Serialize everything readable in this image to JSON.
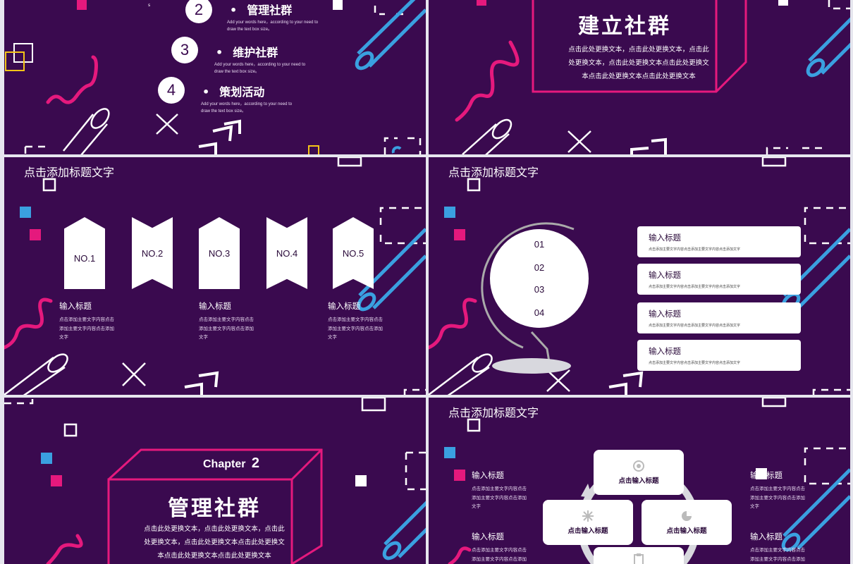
{
  "slide1": {
    "items": [
      {
        "num": "2",
        "title": "管理社群",
        "desc": "Add your words here，according to your need to draw the text box size。"
      },
      {
        "num": "3",
        "title": "维护社群",
        "desc": "Add your words here，according to your need to draw the text box size。"
      },
      {
        "num": "4",
        "title": "策划活动",
        "desc": "Add your words here，according to your need to draw the text box size。"
      }
    ],
    "bullet": "•"
  },
  "slide2": {
    "title": "建立社群",
    "body": [
      "点击此处更换文本，点击此处更换文本，点击此",
      "处更换文本，点击此处更换文本点击此处更换文",
      "本点击此处更换文本点击此处更换文本"
    ]
  },
  "slide3": {
    "title": "点击添加标题文字",
    "banners": [
      "NO.1",
      "NO.2",
      "NO.3",
      "NO.4",
      "NO.5"
    ],
    "blocks": [
      {
        "heading": "输入标题",
        "lines": [
          "点击添加主要文字内容点击",
          "添加主要文字内容点击添加",
          "文字"
        ]
      },
      {
        "heading": "输入标题",
        "lines": [
          "点击添加主要文字内容点击",
          "添加主要文字内容点击添加",
          "文字"
        ]
      },
      {
        "heading": "输入标题",
        "lines": [
          "点击添加主要文字内容点击",
          "添加主要文字内容点击添加",
          "文字"
        ]
      }
    ]
  },
  "slide4": {
    "title": "点击添加标题文字",
    "globe_numbers": [
      "01",
      "02",
      "03",
      "04"
    ],
    "cards": [
      {
        "heading": "输入标题",
        "text": "点击添加主要文字内容点击添加主要文字内容点击添加文字"
      },
      {
        "heading": "输入标题",
        "text": "点击添加主要文字内容点击添加主要文字内容点击添加文字"
      },
      {
        "heading": "输入标题",
        "text": "点击添加主要文字内容点击添加主要文字内容点击添加文字"
      },
      {
        "heading": "输入标题",
        "text": "点击添加主要文字内容点击添加主要文字内容点击添加文字"
      }
    ]
  },
  "slide5": {
    "chapter": "Chapter",
    "chapter_num": "2",
    "title": "管理社群",
    "body": [
      "点击此处更换文本，点击此处更换文本，点击此",
      "处更换文本，点击此处更换文本点击此处更换文",
      "本点击此处更换文本点击此处更换文本"
    ]
  },
  "slide6": {
    "title": "点击添加标题文字",
    "cycle_labels": [
      "点击输入标题",
      "点击输入标题",
      "点击输入标题"
    ],
    "left_blocks": [
      {
        "heading": "输入标题",
        "lines": [
          "点击添加主要文字内容点击",
          "添加主要文字内容点击添加",
          "文字"
        ]
      },
      {
        "heading": "输入标题",
        "lines": [
          "点击添加主要文字内容点击",
          "添加主要文字内容点击添加"
        ]
      }
    ],
    "right_blocks": [
      {
        "heading": "输入标题",
        "lines": [
          "点击添加主要文字内容点击",
          "添加主要文字内容点击添加",
          "文字"
        ]
      },
      {
        "heading": "输入标题",
        "lines": [
          "点击添加主要文字内容点击",
          "添加主要文字内容点击添加"
        ]
      }
    ]
  },
  "colors": {
    "bg": "#3a0a4f",
    "pink": "#e5197d",
    "blue": "#3aa0e0",
    "yellow": "#f5c518",
    "white": "#ffffff"
  }
}
